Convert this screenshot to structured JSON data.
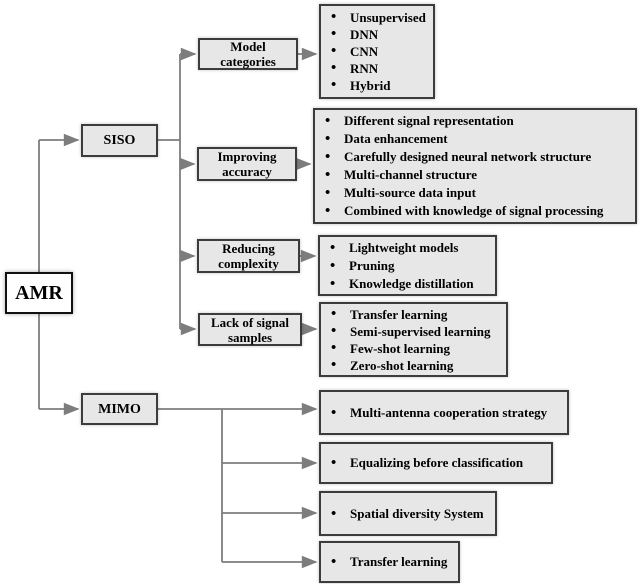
{
  "colors": {
    "background": "#ffffff",
    "box_fill": "#e7e7e7",
    "box_border": "#3c3c3c",
    "root_fill": "#ffffff",
    "root_border": "#111111",
    "connector_line": "#7d7d7d",
    "text": "#000000"
  },
  "nodes": {
    "root": {
      "label": "AMR"
    },
    "siso": {
      "label": "SISO"
    },
    "mimo": {
      "label": "MIMO"
    },
    "model_categories": {
      "label": "Model categories"
    },
    "improving_accuracy": {
      "label": "Improving accuracy"
    },
    "reducing_complexity": {
      "label": "Reducing complexity"
    },
    "lack_of_signal_samples": {
      "label": "Lack of signal samples"
    }
  },
  "leaves": {
    "model_categories_items": {
      "items": [
        "Unsupervised",
        "DNN",
        "CNN",
        "RNN",
        "Hybrid"
      ]
    },
    "improving_accuracy_items": {
      "items": [
        "Different signal representation",
        "Data enhancement",
        "Carefully designed neural network structure",
        "Multi-channel structure",
        "Multi-source data input",
        "Combined with knowledge of signal processing"
      ]
    },
    "reducing_complexity_items": {
      "items": [
        "Lightweight models",
        "Pruning",
        "Knowledge distillation"
      ]
    },
    "lack_of_signal_samples_items": {
      "items": [
        "Transfer learning",
        "Semi-supervised learning",
        "Few-shot learning",
        "Zero-shot learning"
      ]
    },
    "mimo_branch_1": {
      "items": [
        "Multi-antenna cooperation strategy"
      ]
    },
    "mimo_branch_2": {
      "items": [
        "Equalizing before classification"
      ]
    },
    "mimo_branch_3": {
      "items": [
        "Spatial diversity System"
      ]
    },
    "mimo_branch_4": {
      "items": [
        "Transfer learning"
      ]
    }
  }
}
